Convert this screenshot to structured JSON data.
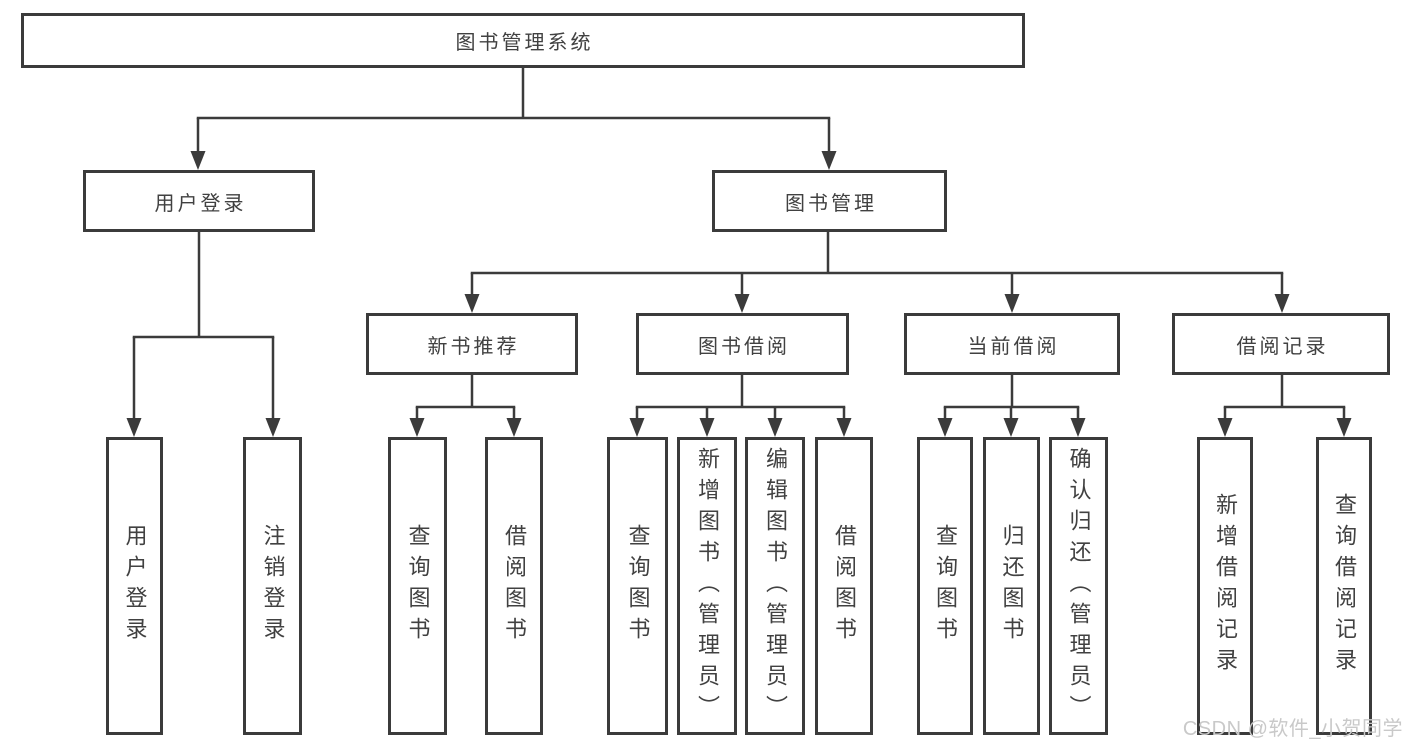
{
  "diagram": {
    "root": {
      "label": "图书管理系统"
    },
    "branches": [
      {
        "label": "用户登录",
        "children": [
          {
            "label": "用户登录"
          },
          {
            "label": "注销登录"
          }
        ]
      },
      {
        "label": "图书管理",
        "children": [
          {
            "label": "新书推荐",
            "children": [
              {
                "label": "查询图书"
              },
              {
                "label": "借阅图书"
              }
            ]
          },
          {
            "label": "图书借阅",
            "children": [
              {
                "label": "查询图书"
              },
              {
                "label": "新增图书（管理员）"
              },
              {
                "label": "编辑图书（管理员）"
              },
              {
                "label": "借阅图书"
              }
            ]
          },
          {
            "label": "当前借阅",
            "children": [
              {
                "label": "查询图书"
              },
              {
                "label": "归还图书"
              },
              {
                "label": "确认归还（管理员）"
              }
            ]
          },
          {
            "label": "借阅记录",
            "children": [
              {
                "label": "新增借阅记录"
              },
              {
                "label": "查询借阅记录"
              }
            ]
          }
        ]
      }
    ]
  },
  "watermark": {
    "text": "CSDN @软件_小贺同学"
  },
  "colors": {
    "line": "#3b3b3b",
    "box_border": "#3b3b3b",
    "text": "#414141",
    "background": "#ffffff",
    "watermark": "#c9c9c9"
  }
}
